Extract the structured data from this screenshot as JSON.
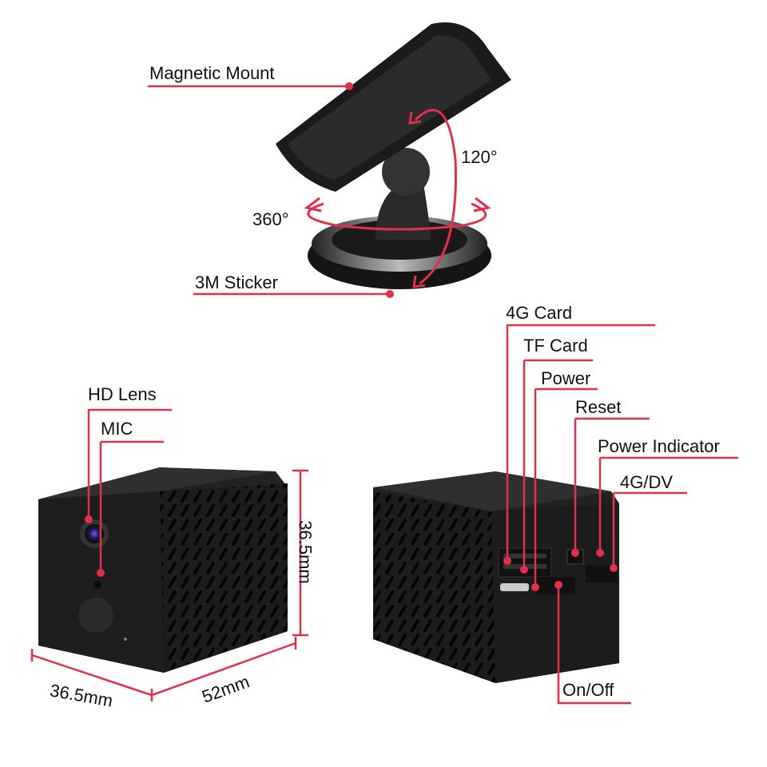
{
  "colors": {
    "accent": "#e0304a",
    "body": "#1c1c1e"
  },
  "mount": {
    "magnetic_mount": "Magnetic Mount",
    "sticker": "3M Sticker",
    "tilt_angle": "120°",
    "rotate_angle": "360°"
  },
  "front": {
    "hd_lens": "HD Lens",
    "mic": "MIC",
    "height": "36.5mm",
    "width": "36.5mm",
    "depth": "52mm"
  },
  "back": {
    "card_4g": "4G Card",
    "tf_card": "TF Card",
    "power": "Power",
    "reset": "Reset",
    "power_indicator": "Power Indicator",
    "mode_4g_dv": "4G/DV",
    "on_off": "On/Off"
  }
}
